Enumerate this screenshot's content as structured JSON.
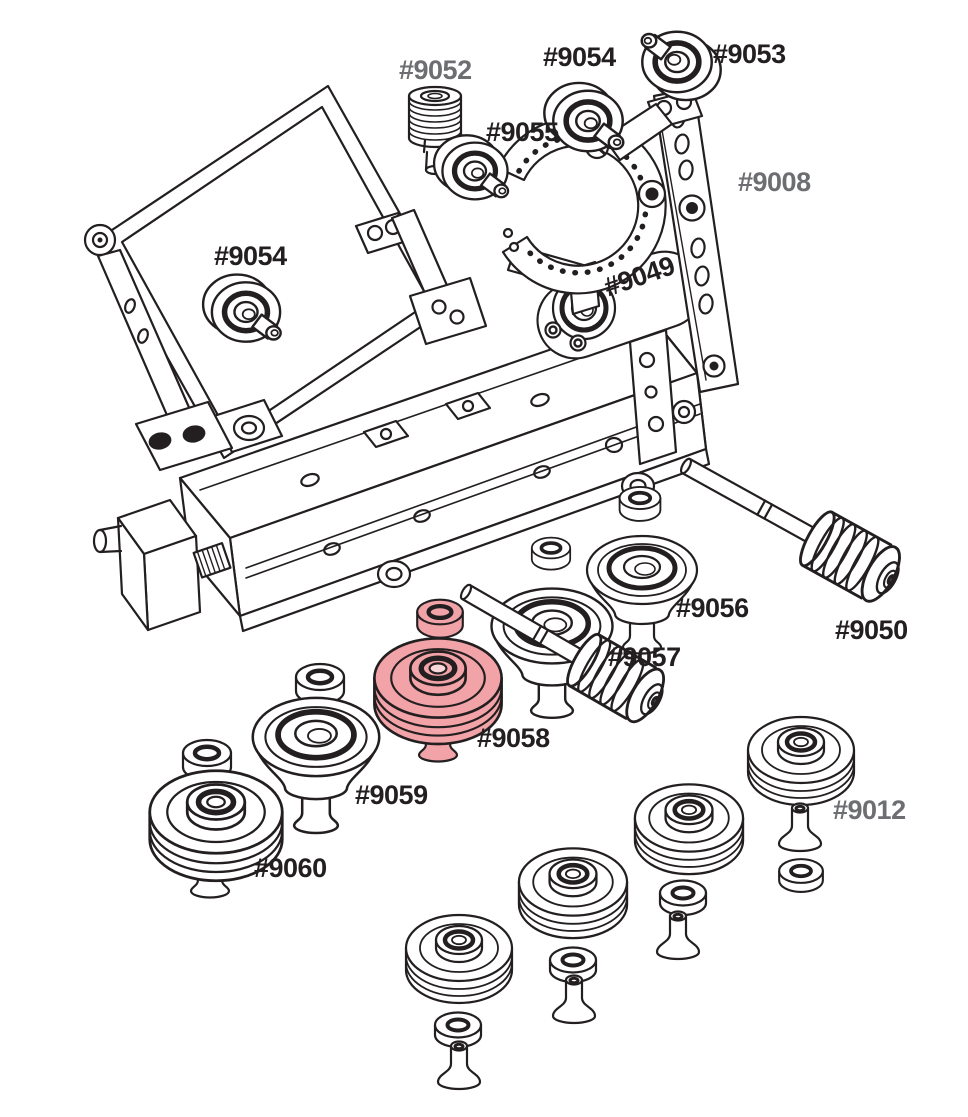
{
  "diagram": {
    "type": "exploded-parts-diagram",
    "background": "#ffffff",
    "line_color": "#231f20",
    "label_color_black": "#231f20",
    "label_color_gray": "#6d6e71",
    "highlight_fill": "#f2a3a8",
    "highlight_inner": "#f8d7d8",
    "highlighted_part": "#9058",
    "labels": [
      {
        "text": "#9052",
        "tone": "gray"
      },
      {
        "text": "#9054",
        "tone": "black"
      },
      {
        "text": "#9053",
        "tone": "black"
      },
      {
        "text": "#9055",
        "tone": "black"
      },
      {
        "text": "#9008",
        "tone": "gray"
      },
      {
        "text": "#9054",
        "tone": "black"
      },
      {
        "text": "#9049",
        "tone": "black"
      },
      {
        "text": "#9056",
        "tone": "black"
      },
      {
        "text": "#9050",
        "tone": "black"
      },
      {
        "text": "#9057",
        "tone": "black"
      },
      {
        "text": "#9058",
        "tone": "black"
      },
      {
        "text": "#9059",
        "tone": "black"
      },
      {
        "text": "#9012",
        "tone": "gray"
      },
      {
        "text": "#9060",
        "tone": "black"
      }
    ]
  }
}
